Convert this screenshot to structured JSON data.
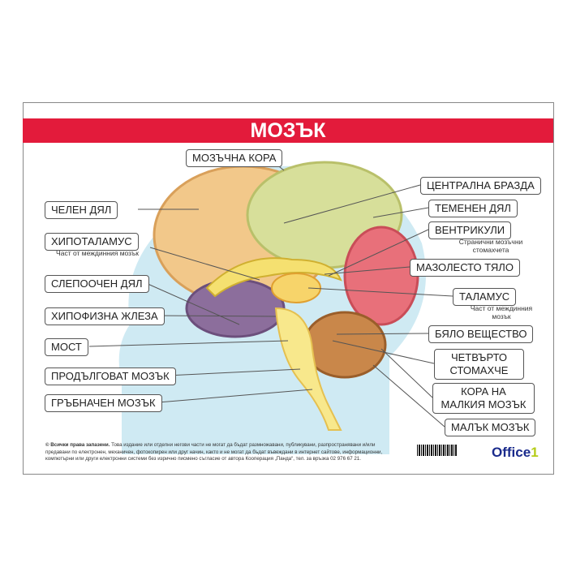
{
  "title": "МОЗЪК",
  "labels": {
    "cortex": "МОЗЪЧНА КОРА",
    "frontal": "ЧЕЛЕН ДЯЛ",
    "hypothalamus": "ХИПОТАЛАМУС",
    "hypothalamus_sub": "Част от междинния мозък",
    "temporal": "СЛЕПООЧЕН ДЯЛ",
    "pituitary": "ХИПОФИЗНА ЖЛЕЗА",
    "pons": "МОСТ",
    "medulla": "ПРОДЪЛГОВАТ МОЗЪК",
    "spinal": "ГРЪБНАЧЕН МОЗЪК",
    "central_sulcus": "ЦЕНТРАЛНА БРАЗДА",
    "parietal": "ТЕМЕНЕН ДЯЛ",
    "ventricles": "ВЕНТРИКУЛИ",
    "ventricles_sub": "Странични мозъчни стомахчета",
    "corpus_callosum": "МАЗОЛЕСТО ТЯЛО",
    "thalamus": "ТАЛАМУС",
    "thalamus_sub": "Част от междинния мозък",
    "white_matter": "БЯЛО ВЕЩЕСТВО",
    "fourth_ventricle": "ЧЕТВЪРТО СТОМАХЧЕ",
    "cerebellar_cortex": "КОРА НА МАЛКИЯ МОЗЪК",
    "cerebellum": "МАЛЪК МОЗЪК"
  },
  "copyright_bold": "© Всички права запазени.",
  "copyright": "Това издание или отделни негови части не могат да бъдат размножавани, публикувани, разпространявани и/или предавани по електронен, механичен, фотокопирен или друг начин, както и не могат да бъдат въвеждани в интернет сайтове, информационни, компютърни или други електронни системи без изрично писмено съгласие от автора Кооперация „Панда“, тел. за връзка 02 976 67 21.",
  "logo": {
    "text": "Office",
    "num": "1"
  },
  "colors": {
    "title_bar": "#e31b3b",
    "cerebrum": "#f2c88a",
    "parietal": "#d7df9a",
    "occipital": "#e8707a",
    "temporal": "#8c6e9c",
    "cerebellum": "#c9874a",
    "head": "#cfeaf3"
  }
}
